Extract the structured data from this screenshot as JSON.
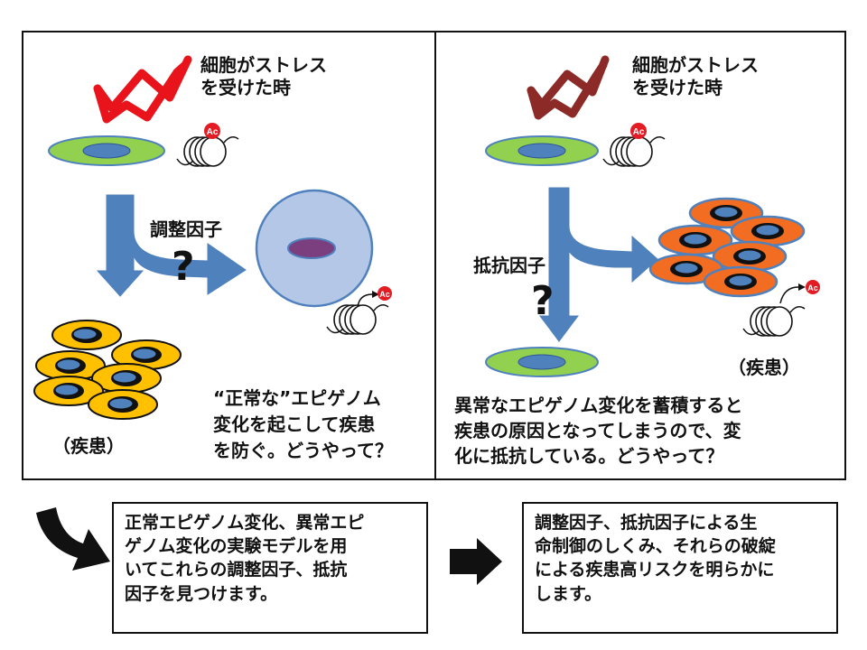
{
  "left": {
    "stress_label": [
      "細胞がストレス",
      "を受けた時"
    ],
    "factor_label": "調整因子",
    "question_mark": "?",
    "disease_label": "（疾患）",
    "description": [
      "“正常な”エピゲノム",
      "変化を起こして疾患",
      "を防ぐ。どうやって？"
    ],
    "ac_label": "Ac",
    "lightning_color": "#e8131b"
  },
  "right": {
    "stress_label": [
      "細胞がストレス",
      "を受けた時"
    ],
    "factor_label": "抵抗因子",
    "question_mark": "?",
    "disease_label": "（疾患）",
    "description": [
      "異常なエピゲノム変化を蓄積すると",
      "疾患の原因となってしまうので、変",
      "化に抵抗している。どうやって？"
    ],
    "ac_label": "Ac",
    "lightning_color": "#8b2a26"
  },
  "bottom": {
    "box1": [
      "正常エピゲノム変化、異常エピ",
      "ゲノム変化の実験モデルを用",
      "いてこれらの調整因子、抵抗",
      "因子を見つけます。"
    ],
    "box2": [
      "調整因子、抵抗因子による生",
      "命制御のしくみ、それらの破綻",
      "による疾患高リスクを明らかに",
      "します。"
    ]
  },
  "colors": {
    "arrow_blue": "#4f81bd",
    "cell_green": "#92d050",
    "nucleus_blue": "#4f81bd",
    "cell_yellow": "#ffc000",
    "cell_orange": "#f26d21",
    "big_cell": "#b4c7e7",
    "big_nucleus": "#7b3f80",
    "ac_red": "#e31b23"
  }
}
